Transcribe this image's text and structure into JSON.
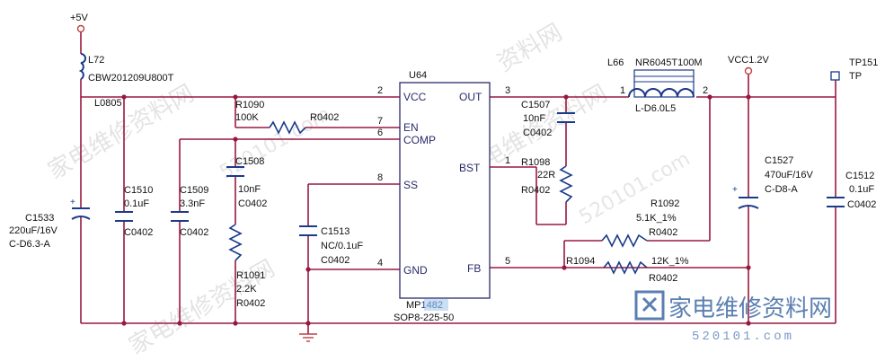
{
  "power": {
    "plus5v": "+5V",
    "vcc12": "VCC1.2V"
  },
  "ic": {
    "ref": "U64",
    "part_prefix": "MP",
    "part_highlight": "1482",
    "package": "SOP8-225-50",
    "pins_left": [
      {
        "no": "2",
        "name": "VCC"
      },
      {
        "no": "7",
        "name": "EN"
      },
      {
        "no": "6",
        "name": "COMP"
      },
      {
        "no": "8",
        "name": "SS"
      },
      {
        "no": "4",
        "name": "GND"
      }
    ],
    "pins_right": [
      {
        "no": "3",
        "name": "OUT"
      },
      {
        "no": "1",
        "name": "BST"
      },
      {
        "no": "5",
        "name": "FB"
      }
    ]
  },
  "components": {
    "L72": {
      "ref": "L72",
      "value": "CBW201209U800T",
      "footprint": "L0805"
    },
    "C1533": {
      "ref": "C1533",
      "value": "220uF/16V",
      "footprint": "C-D6.3-A"
    },
    "C1510": {
      "ref": "C1510",
      "value": "0.1uF",
      "footprint": "C0402"
    },
    "C1509": {
      "ref": "C1509",
      "value": "3.3nF",
      "footprint": "C0402"
    },
    "R1090": {
      "ref": "R1090",
      "value": "100K",
      "footprint": "R0402"
    },
    "C1508": {
      "ref": "C1508",
      "value": "10nF",
      "footprint": "C0402"
    },
    "R1091": {
      "ref": "R1091",
      "value": "2.2K",
      "footprint": "R0402"
    },
    "C1513": {
      "ref": "C1513",
      "value": "NC/0.1uF",
      "footprint": "C0402"
    },
    "C1507": {
      "ref": "C1507",
      "value": "10nF",
      "footprint": "C0402"
    },
    "R1098": {
      "ref": "R1098",
      "value": "22R",
      "footprint": "R0402"
    },
    "L66": {
      "ref": "L66",
      "value": "NR6045T100M",
      "footprint": "L-D6.0L5",
      "pin1": "1",
      "pin2": "2"
    },
    "R1092": {
      "ref": "R1092",
      "value": "5.1K_1%",
      "footprint": "R0402"
    },
    "R1094": {
      "ref": "R1094",
      "value": "12K_1%",
      "footprint": "R0402"
    },
    "C1527": {
      "ref": "C1527",
      "value": "470uF/16V",
      "footprint": "C-D8-A"
    },
    "C1512": {
      "ref": "C1512",
      "value": "0.1uF",
      "footprint": "C0402"
    },
    "TP151": {
      "ref": "TP151",
      "label": "TP"
    }
  },
  "watermarks": {
    "brand": "家电维修资料网",
    "url": "520101.com",
    "faded_1": "家电维修资料网",
    "faded_2": "520101.com",
    "faded_3": "家电维修资料网",
    "faded_4": "资料网"
  }
}
